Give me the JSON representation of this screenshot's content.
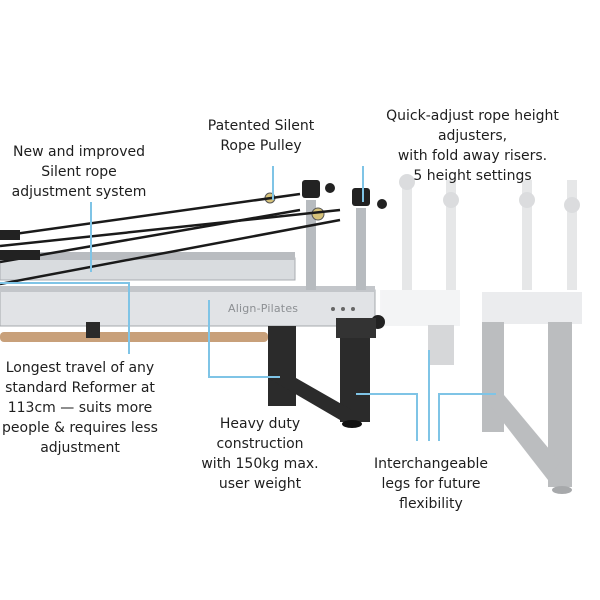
{
  "labels": {
    "patented": "Patented Silent\nRope Pulley",
    "quick_adjust": "Quick-adjust rope height adjusters,\nwith fold away risers.\n5 height settings",
    "new_improved": "New and improved\nSilent rope\nadjustment system",
    "longest_travel": "Longest travel of any\nstandard Reformer at\n113cm — suits more\npeople & requires less\nadjustment",
    "heavy_duty": "Heavy duty\nconstruction\nwith 150kg max.\nuser weight",
    "interchangeable": "Interchangeable\nlegs for future\nflexibility"
  },
  "brand": {
    "logo_text": "Align-Pilates"
  },
  "colors": {
    "callout_line": "#7fc4e6",
    "frame_silver": "#cfd2d6",
    "leg_dark": "#2b2b2b",
    "wood_bar": "#c8a07a",
    "rope": "#1a1a1a"
  }
}
